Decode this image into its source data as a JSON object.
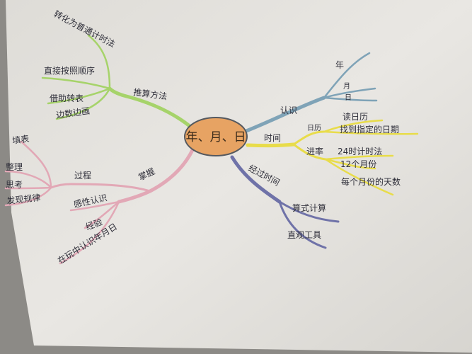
{
  "center": {
    "label": "年、月、日"
  },
  "branches": [
    {
      "id": "recognize",
      "label": "认识",
      "color": "#7fa3b7",
      "children": [
        {
          "label": "年"
        },
        {
          "label": "月"
        },
        {
          "label": "日"
        }
      ]
    },
    {
      "id": "time",
      "label": "时间",
      "color": "#e8dc4a",
      "children": [
        {
          "label": "日历",
          "children": [
            {
              "label": "读日历"
            },
            {
              "label": "找到指定的日期"
            }
          ]
        },
        {
          "label": "进率",
          "children": [
            {
              "label": "24时计时法"
            },
            {
              "label": "12个月份"
            },
            {
              "label": "每个月份的天数"
            }
          ]
        }
      ]
    },
    {
      "id": "elapsed",
      "label": "经过时间",
      "color": "#6f72a8",
      "children": [
        {
          "label": "算式计算"
        },
        {
          "label": "直观工具"
        }
      ]
    },
    {
      "id": "learn",
      "label": "掌握",
      "color": "#e2a8b6",
      "children": [
        {
          "label": "过程",
          "children": [
            {
              "label": "填表"
            },
            {
              "label": "整理"
            },
            {
              "label": "思考"
            },
            {
              "label": "发现规律"
            }
          ]
        },
        {
          "label": "感性认识"
        },
        {
          "label": "经验"
        },
        {
          "label": "在玩中认识年月日"
        }
      ]
    },
    {
      "id": "method",
      "label": "推算方法",
      "color": "#a6d36a",
      "children": [
        {
          "label": "转化为普通计时法"
        },
        {
          "label": "直接按照顺序"
        },
        {
          "label": "借助转表"
        },
        {
          "label": "边数边画"
        }
      ]
    }
  ]
}
